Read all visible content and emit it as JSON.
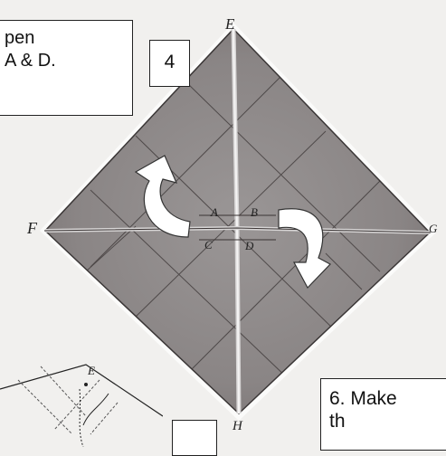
{
  "textboxes": {
    "top": [
      "pen",
      "A & D."
    ],
    "step": "4",
    "bottom": [
      "6. Make",
      "th"
    ]
  },
  "diagram_labels": {
    "top": "E",
    "left": "F",
    "right": "G",
    "bottom": "H",
    "a": "A",
    "b": "B",
    "c": "C",
    "d": "D",
    "lower_top": "E"
  },
  "colors": {
    "paper": "#f1f0ee",
    "square": "#8f8a8a",
    "arrow": "#ffffff",
    "ink": "#222222"
  }
}
